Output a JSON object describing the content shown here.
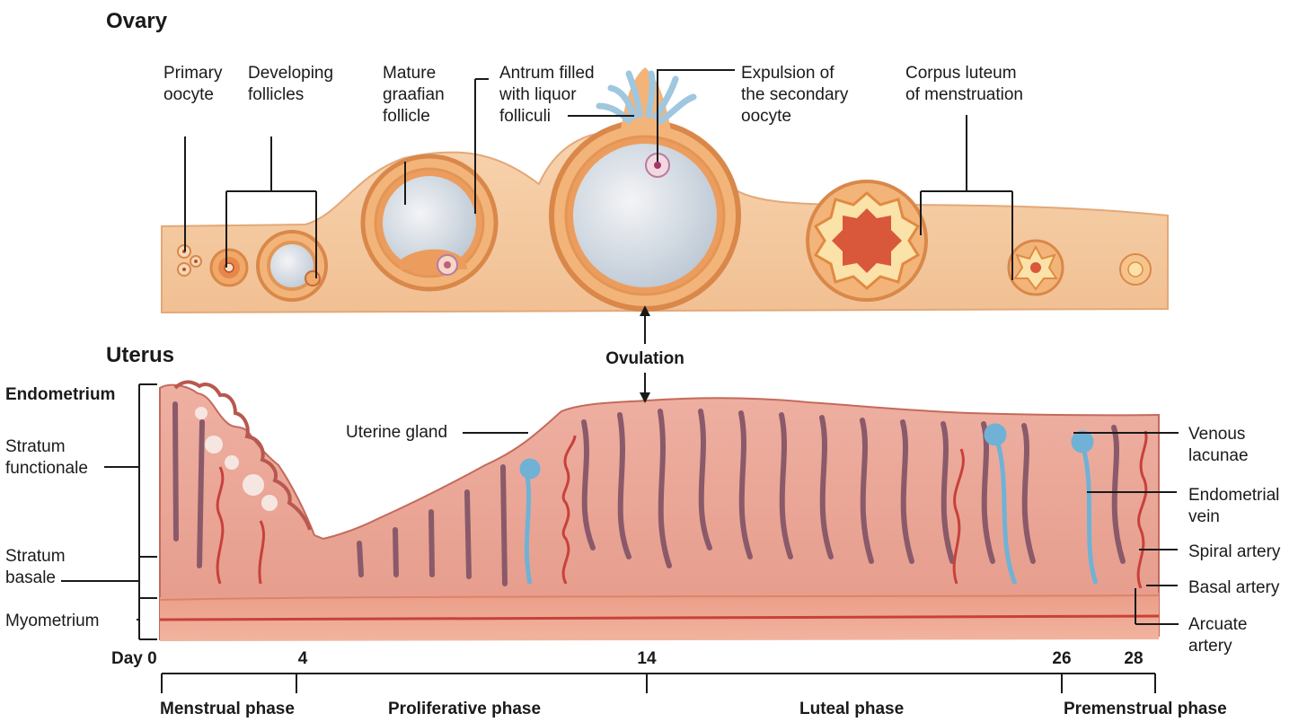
{
  "sections": {
    "ovary": "Ovary",
    "uterus": "Uterus"
  },
  "ovary_labels": {
    "primary_oocyte": "Primary\noocyte",
    "developing_follicles": "Developing\nfollicles",
    "mature_follicle": "Mature\ngraafian\nfollicle",
    "antrum": "Antrum filled\nwith liquor\nfolliculi",
    "expulsion": "Expulsion of\nthe secondary\noocyte",
    "corpus_luteum": "Corpus luteum\nof menstruation"
  },
  "ovulation": "Ovulation",
  "uterus_left_labels": {
    "endometrium": "Endometrium",
    "stratum_functionale": "Stratum\nfunctionale",
    "stratum_basale": "Stratum\nbasale",
    "myometrium": "Myometrium"
  },
  "uterus_right_labels": {
    "venous_lacunae": "Venous\nlacunae",
    "endometrial_vein": "Endometrial\nvein",
    "spiral_artery": "Spiral artery",
    "basal_artery": "Basal artery",
    "arcuate_artery": "Arcuate\nartery"
  },
  "uterine_gland": "Uterine gland",
  "days": {
    "d0": "Day 0",
    "d4": "4",
    "d14": "14",
    "d26": "26",
    "d28": "28"
  },
  "phases": {
    "menstrual": "Menstrual phase",
    "proliferative": "Proliferative phase",
    "luteal": "Luteal phase",
    "premenstrual": "Premenstrual phase"
  },
  "colors": {
    "ovary_tissue": "#f4caa0",
    "follicle_ring": "#e59a4a",
    "endometrium": "#e8a497",
    "myometrium": "#e99a85",
    "vein": "#6fb2d6",
    "artery": "#c8413a"
  }
}
